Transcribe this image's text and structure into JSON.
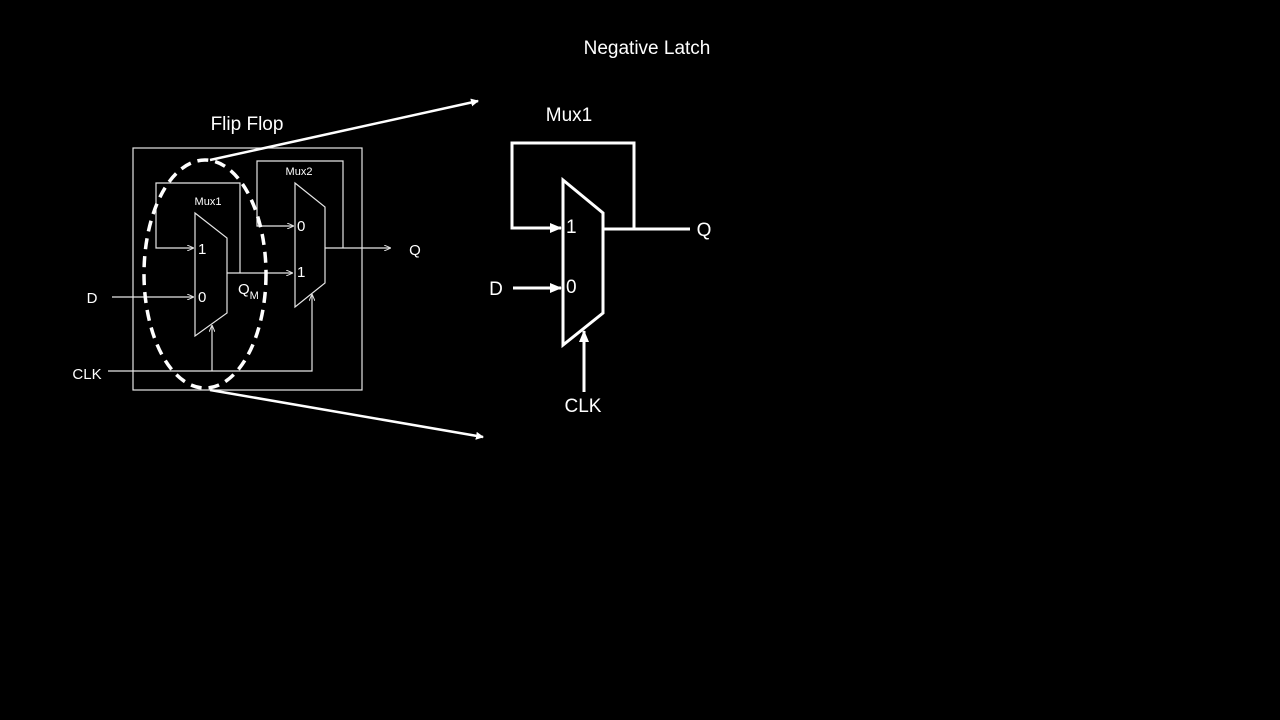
{
  "title": "Negative Latch",
  "flip_flop": {
    "label": "Flip Flop",
    "mux1_label": "Mux1",
    "mux2_label": "Mux2",
    "mux1_in1": "1",
    "mux1_in0": "0",
    "mux2_in0": "0",
    "mux2_in1": "1",
    "d_label": "D",
    "clk_label": "CLK",
    "q_label": "Q",
    "qm_label": "Q",
    "qm_sub": "M"
  },
  "latch": {
    "mux_label": "Mux1",
    "in1": "1",
    "in0": "0",
    "d_label": "D",
    "clk_label": "CLK",
    "q_label": "Q"
  },
  "colors": {
    "background": "#000000",
    "foreground": "#ffffff"
  }
}
